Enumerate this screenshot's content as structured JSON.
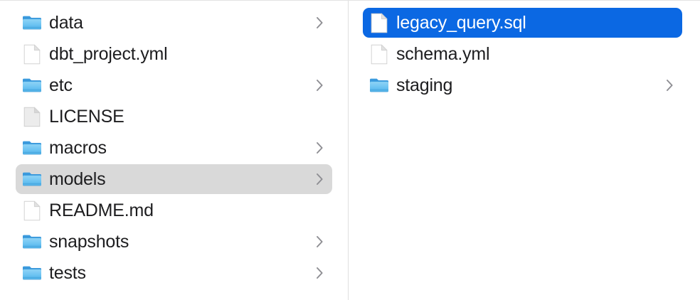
{
  "app": {
    "name": "Finder",
    "view_mode": "column"
  },
  "colors": {
    "selection_active": "#0b68e3",
    "selection_active_text": "#ffffff",
    "selection_inactive": "#d9d9d9",
    "text": "#1d1d1f",
    "folder_icon": "#55b9f0",
    "background": "#ffffff",
    "divider": "#e0e0e0",
    "chevron": "#8e8e93"
  },
  "columns": [
    {
      "name": "project-root-column",
      "items": [
        {
          "label": "data",
          "kind": "folder",
          "icon": "folder-icon",
          "has_chevron": true,
          "selected": "none"
        },
        {
          "label": "dbt_project.yml",
          "kind": "file",
          "icon": "document-icon",
          "has_chevron": false,
          "selected": "none"
        },
        {
          "label": "etc",
          "kind": "folder",
          "icon": "folder-icon",
          "has_chevron": true,
          "selected": "none"
        },
        {
          "label": "LICENSE",
          "kind": "file",
          "icon": "generic-document-icon",
          "has_chevron": false,
          "selected": "none"
        },
        {
          "label": "macros",
          "kind": "folder",
          "icon": "folder-icon",
          "has_chevron": true,
          "selected": "none"
        },
        {
          "label": "models",
          "kind": "folder",
          "icon": "folder-icon",
          "has_chevron": true,
          "selected": "inactive"
        },
        {
          "label": "README.md",
          "kind": "file",
          "icon": "document-icon",
          "has_chevron": false,
          "selected": "none"
        },
        {
          "label": "snapshots",
          "kind": "folder",
          "icon": "folder-icon",
          "has_chevron": true,
          "selected": "none"
        },
        {
          "label": "tests",
          "kind": "folder",
          "icon": "folder-icon",
          "has_chevron": true,
          "selected": "none"
        }
      ]
    },
    {
      "name": "models-folder-column",
      "items": [
        {
          "label": "legacy_query.sql",
          "kind": "file",
          "icon": "document-icon",
          "has_chevron": false,
          "selected": "active"
        },
        {
          "label": "schema.yml",
          "kind": "file",
          "icon": "document-icon",
          "has_chevron": false,
          "selected": "none"
        },
        {
          "label": "staging",
          "kind": "folder",
          "icon": "folder-icon",
          "has_chevron": true,
          "selected": "none"
        }
      ]
    }
  ]
}
